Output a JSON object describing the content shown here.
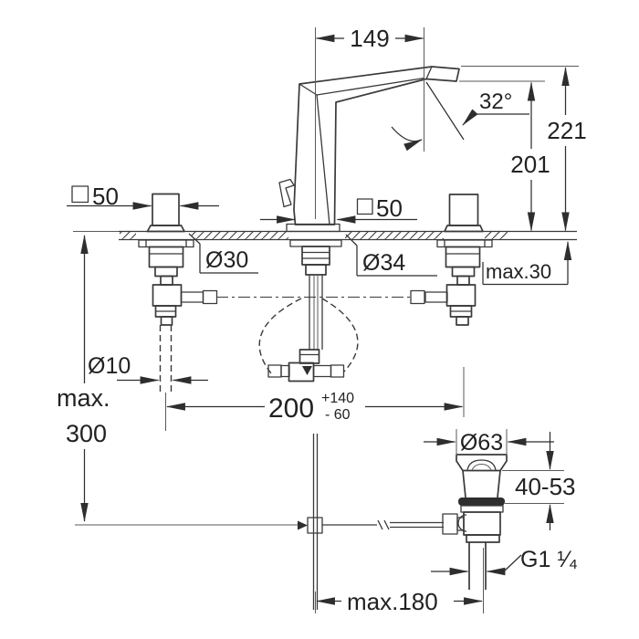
{
  "drawing": {
    "type": "faucet-installation-dimensional-drawing",
    "dimensions": {
      "spout_reach": "149",
      "spray_angle": "32°",
      "total_height": "221",
      "outlet_height": "201",
      "left_handle_width": "50",
      "body_width": "50",
      "handle_hole_dia": "Ø30",
      "body_hole_dia": "Ø34",
      "deck_thickness_max": "max.30",
      "rod_dia": "Ø10",
      "max300_line1": "max.",
      "max300_line2": "300",
      "drain_distance": "200",
      "drain_distance_tol_plus": "+140",
      "drain_distance_tol_minus": "- 60",
      "drain_flange_dia": "Ø63",
      "drain_deck_range": "40-53",
      "drain_thread": "G1 ¹⁄₄",
      "rod_reach_max": "max.180"
    },
    "colors": {
      "line": "#3a3a3a",
      "text": "#222222",
      "background": "#ffffff"
    }
  }
}
